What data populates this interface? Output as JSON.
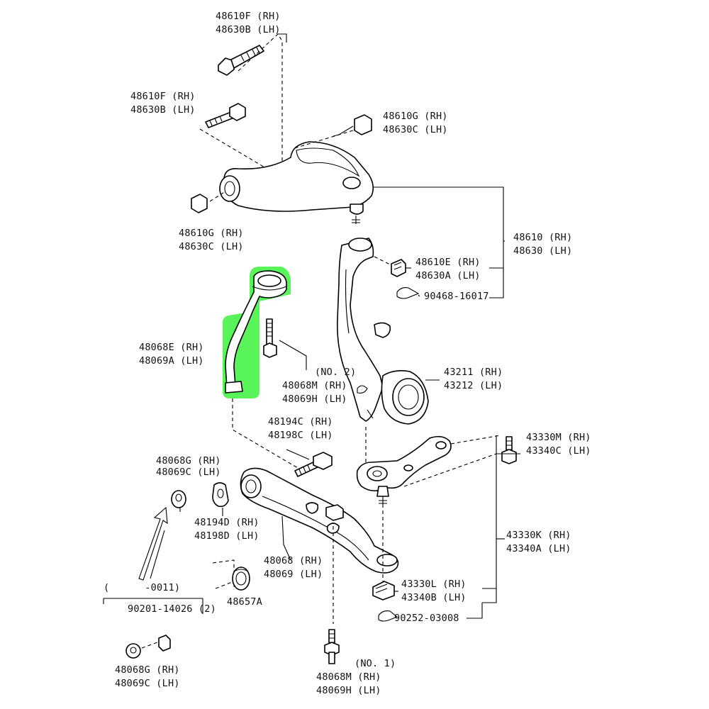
{
  "colors": {
    "highlight": "#3cf23c",
    "line": "#000000",
    "background": "#ffffff"
  },
  "labels": {
    "bolt_top_rh": "48610F (RH)",
    "bolt_top_lh": "48630B (LH)",
    "bolt_mid_rh": "48610F (RH)",
    "bolt_mid_lh": "48630B (LH)",
    "nut_top_rh": "48610G (RH)",
    "nut_top_lh": "48630C (LH)",
    "nut_left_rh": "48610G (RH)",
    "nut_left_lh": "48630C (LH)",
    "upper_arm_rh": "48610 (RH)",
    "upper_arm_lh": "48630 (LH)",
    "ball_nut_rh": "48610E (RH)",
    "ball_nut_lh": "48630A (LH)",
    "cotter_upper": "90468-16017",
    "strut_rh": "48068E (RH)",
    "strut_lh": "48069A (LH)",
    "no2_tag": "(NO. 2)",
    "no2_rh": "48068M (RH)",
    "no2_lh": "48069H (LH)",
    "knuckle_rh": "43211 (RH)",
    "knuckle_lh": "43212 (LH)",
    "bolt_lower_rh": "48194C (RH)",
    "bolt_lower_lh": "48198C (LH)",
    "bush_rh": "48068G (RH)",
    "bush_lh": "48069C (LH)",
    "washer_rh": "48194D (RH)",
    "washer_lh": "48198D (LH)",
    "lower_arm_rh": "48068 (RH)",
    "lower_arm_lh": "48069 (LH)",
    "balljoint_bolt_rh": "43330M (RH)",
    "balljoint_bolt_lh": "43340C (LH)",
    "balljoint_rh": "43330K (RH)",
    "balljoint_lh": "43340A (LH)",
    "balljoint_nut_rh": "43330L (RH)",
    "balljoint_nut_lh": "43340B (LH)",
    "cotter_lower": "90252-03008",
    "date_range": "(      -0011)",
    "kit_part": "90201-14026 (2)",
    "stopper": "48657A",
    "bush2_rh": "48068G (RH)",
    "bush2_lh": "48069C (LH)",
    "no1_tag": "(NO. 1)",
    "no1_rh": "48068M (RH)",
    "no1_lh": "48069H (LH)"
  }
}
